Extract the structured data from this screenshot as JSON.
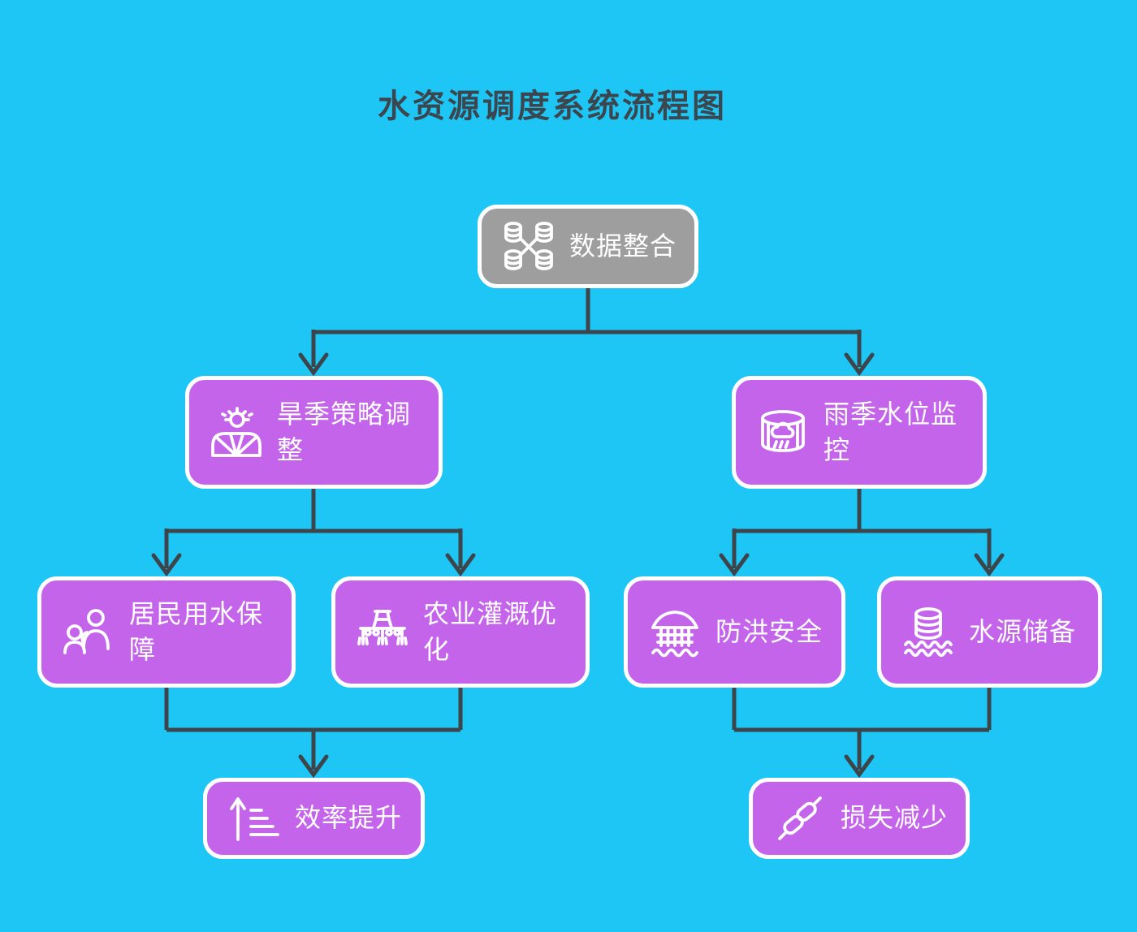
{
  "title": "水资源调度系统流程图",
  "colors": {
    "background": "#1ec6f5",
    "node_purple": "#c464eb",
    "node_gray": "#9e9e9e",
    "node_border": "#ffffff",
    "node_text": "#ffffff",
    "connector": "#3c454c",
    "title_text": "#3c464e"
  },
  "nodes": [
    {
      "id": "data-integration",
      "label": "数据整合",
      "icon": "database-network-icon",
      "color": "gray"
    },
    {
      "id": "dry-season-strategy",
      "label": "旱季策略调整",
      "icon": "sun-field-icon",
      "color": "purple"
    },
    {
      "id": "rainy-season-monitor",
      "label": "雨季水位监控",
      "icon": "rain-tank-icon",
      "color": "purple"
    },
    {
      "id": "residential-water",
      "label": "居民用水保障",
      "icon": "people-icon",
      "color": "purple"
    },
    {
      "id": "agriculture-irrigation",
      "label": "农业灌溉优化",
      "icon": "irrigation-machine-icon",
      "color": "purple"
    },
    {
      "id": "flood-safety",
      "label": "防洪安全",
      "icon": "flood-barrier-icon",
      "color": "purple"
    },
    {
      "id": "water-reserve",
      "label": "水源储备",
      "icon": "water-storage-icon",
      "color": "purple"
    },
    {
      "id": "efficiency-gain",
      "label": "效率提升",
      "icon": "ascending-bars-icon",
      "color": "purple"
    },
    {
      "id": "loss-reduction",
      "label": "损失减少",
      "icon": "chain-link-icon",
      "color": "purple"
    }
  ],
  "edges": [
    {
      "from": "数据整合",
      "to": "旱季策略调整"
    },
    {
      "from": "数据整合",
      "to": "雨季水位监控"
    },
    {
      "from": "旱季策略调整",
      "to": "居民用水保障"
    },
    {
      "from": "旱季策略调整",
      "to": "农业灌溉优化"
    },
    {
      "from": "雨季水位监控",
      "to": "防洪安全"
    },
    {
      "from": "雨季水位监控",
      "to": "水源储备"
    },
    {
      "from": "居民用水保障",
      "to": "效率提升"
    },
    {
      "from": "农业灌溉优化",
      "to": "效率提升"
    },
    {
      "from": "防洪安全",
      "to": "损失减少"
    },
    {
      "from": "水源储备",
      "to": "损失减少"
    }
  ]
}
